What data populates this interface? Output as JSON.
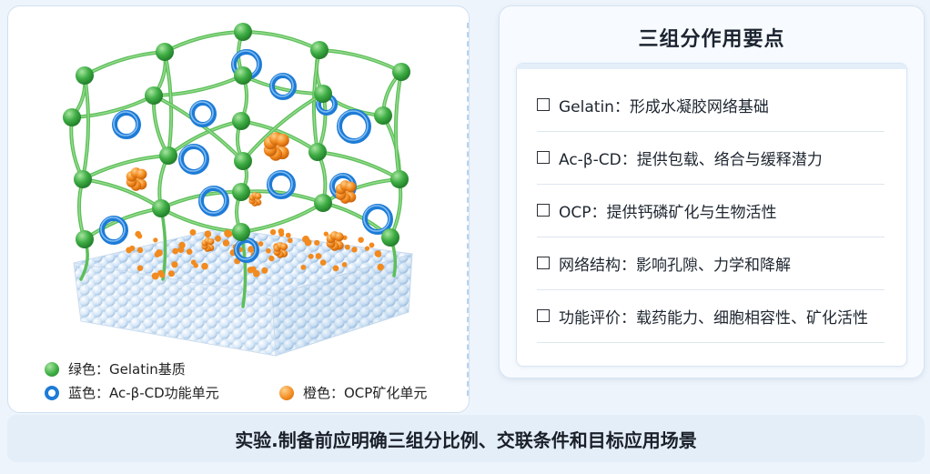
{
  "panel_title": "三组分作用要点",
  "points": [
    "Gelatin：形成水凝胶网络基础",
    "Ac-β-CD：提供包载、络合与缓释潜力",
    "OCP：提供钙磷矿化与生物活性",
    "网络结构：影响孔隙、力学和降解",
    "功能评价：载药能力、细胞相容性、矿化活性"
  ],
  "legend": {
    "green": "绿色：Gelatin基质",
    "blue": "蓝色：Ac-β-CD功能单元",
    "orange": "橙色：OCP矿化单元"
  },
  "colors": {
    "green": "#4caf50",
    "blue": "#1e7bd6",
    "orange": "#f28a1e"
  },
  "footer": "实验.制备前应明确三组分比例、交联条件和目标应用场景"
}
